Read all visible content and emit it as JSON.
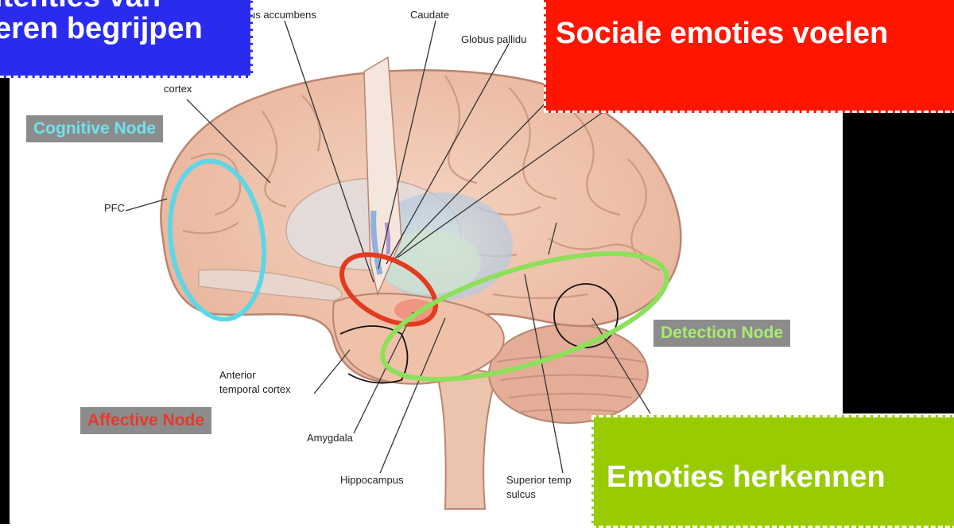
{
  "callouts": {
    "blue": {
      "line1": "itenties van",
      "line2": "eren begrijpen",
      "color": "#2b2bf0"
    },
    "red": {
      "text": "Sociale emoties voelen",
      "color": "#ff1500"
    },
    "green": {
      "text": "Emoties herkennen",
      "color": "#99cc00"
    }
  },
  "nodes": {
    "cognitive": {
      "label": "Cognitive Node",
      "color": "#6fe2ec"
    },
    "affective": {
      "label": "Affective Node",
      "color": "#e63a2a"
    },
    "detection": {
      "label": "Detection Node",
      "color": "#a9ea73"
    }
  },
  "labels": {
    "nucleus_accumbens": "us accumbens",
    "caudate": "Caudate",
    "globus_pallidus": "Globus pallidu",
    "cortex": "cortex",
    "pfc": "PFC",
    "anterior_temporal_1": "Anterior",
    "anterior_temporal_2": "temporal cortex",
    "amygdala": "Amygdala",
    "hippocampus": "Hippocampus",
    "superior_temporal_1": "Superior temp",
    "superior_temporal_2": "sulcus"
  },
  "colors": {
    "brain": "#f0c0a8",
    "brain_outline": "#b98570",
    "cerebellum": "#e3ad98",
    "cognitive_ring": "#5fd6e6",
    "affective_ring": "#e23b22",
    "detection_ring": "#8ce05a"
  }
}
